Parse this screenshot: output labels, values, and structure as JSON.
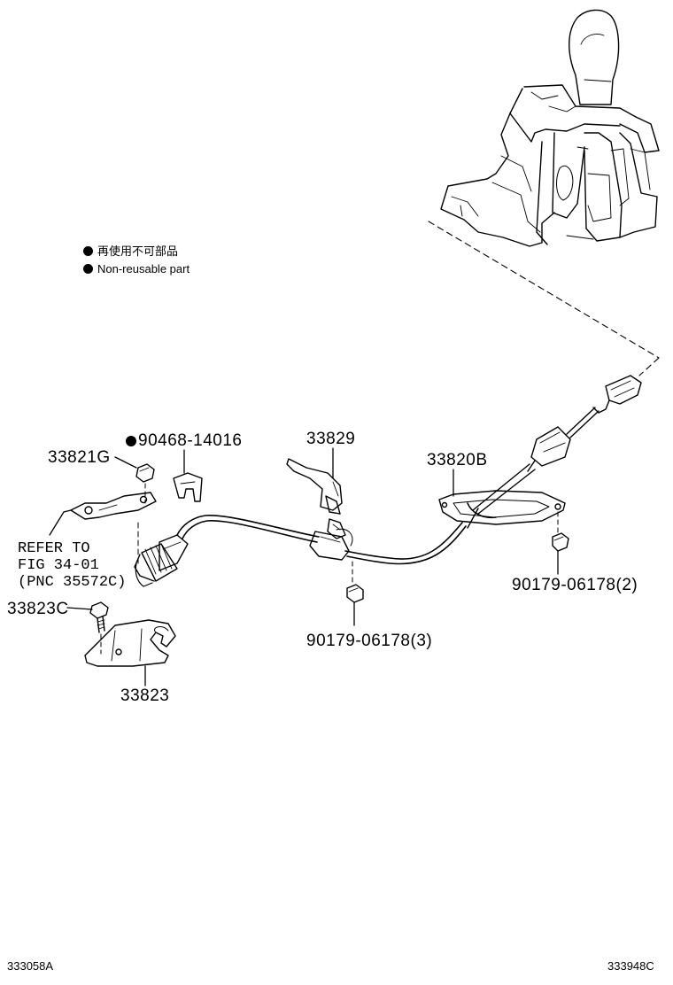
{
  "legend": {
    "jp": "再使用不可部品",
    "en": "Non-reusable part"
  },
  "parts": {
    "p33821g": "33821G",
    "p90468": "90468-14016",
    "p33829": "33829",
    "p33820b": "33820B",
    "p90179_2": "90179-06178(2)",
    "p90179_3": "90179-06178(3)",
    "p33823c": "33823C",
    "p33823": "33823"
  },
  "refer": {
    "line1": "REFER TO",
    "line2": "FIG 34-01",
    "line3": "(PNC 35572C)"
  },
  "footer": {
    "left_code": "333058A",
    "right_code": "333948C"
  },
  "colors": {
    "ink": "#000000",
    "background": "#ffffff"
  }
}
